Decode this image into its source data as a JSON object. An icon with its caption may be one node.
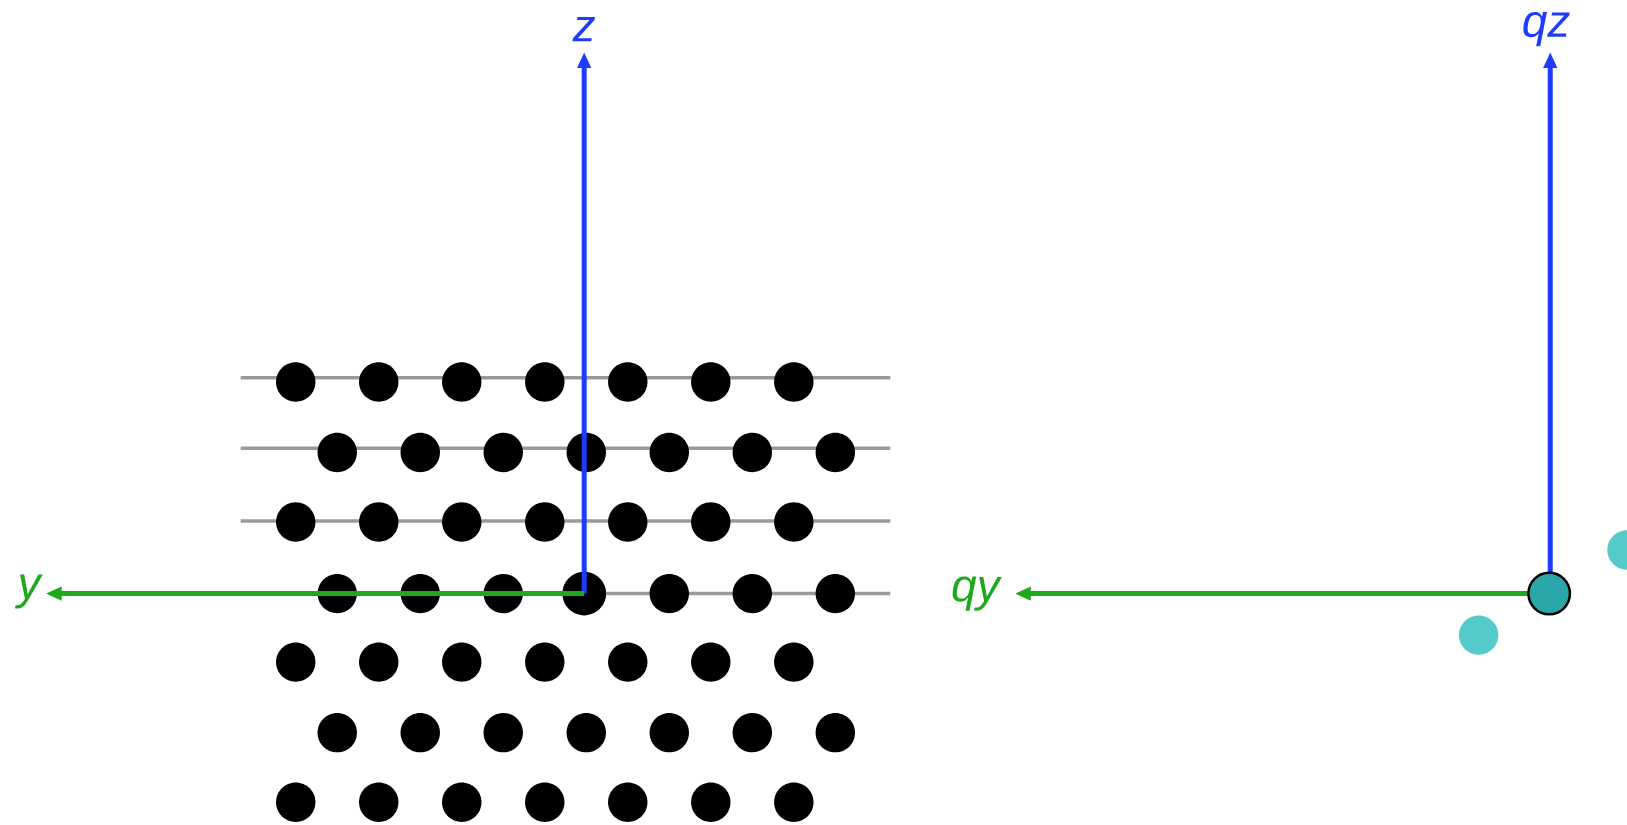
{
  "diagram": {
    "labels": [
      "z",
      "qz",
      "y",
      "qy"
    ]
  }
}
